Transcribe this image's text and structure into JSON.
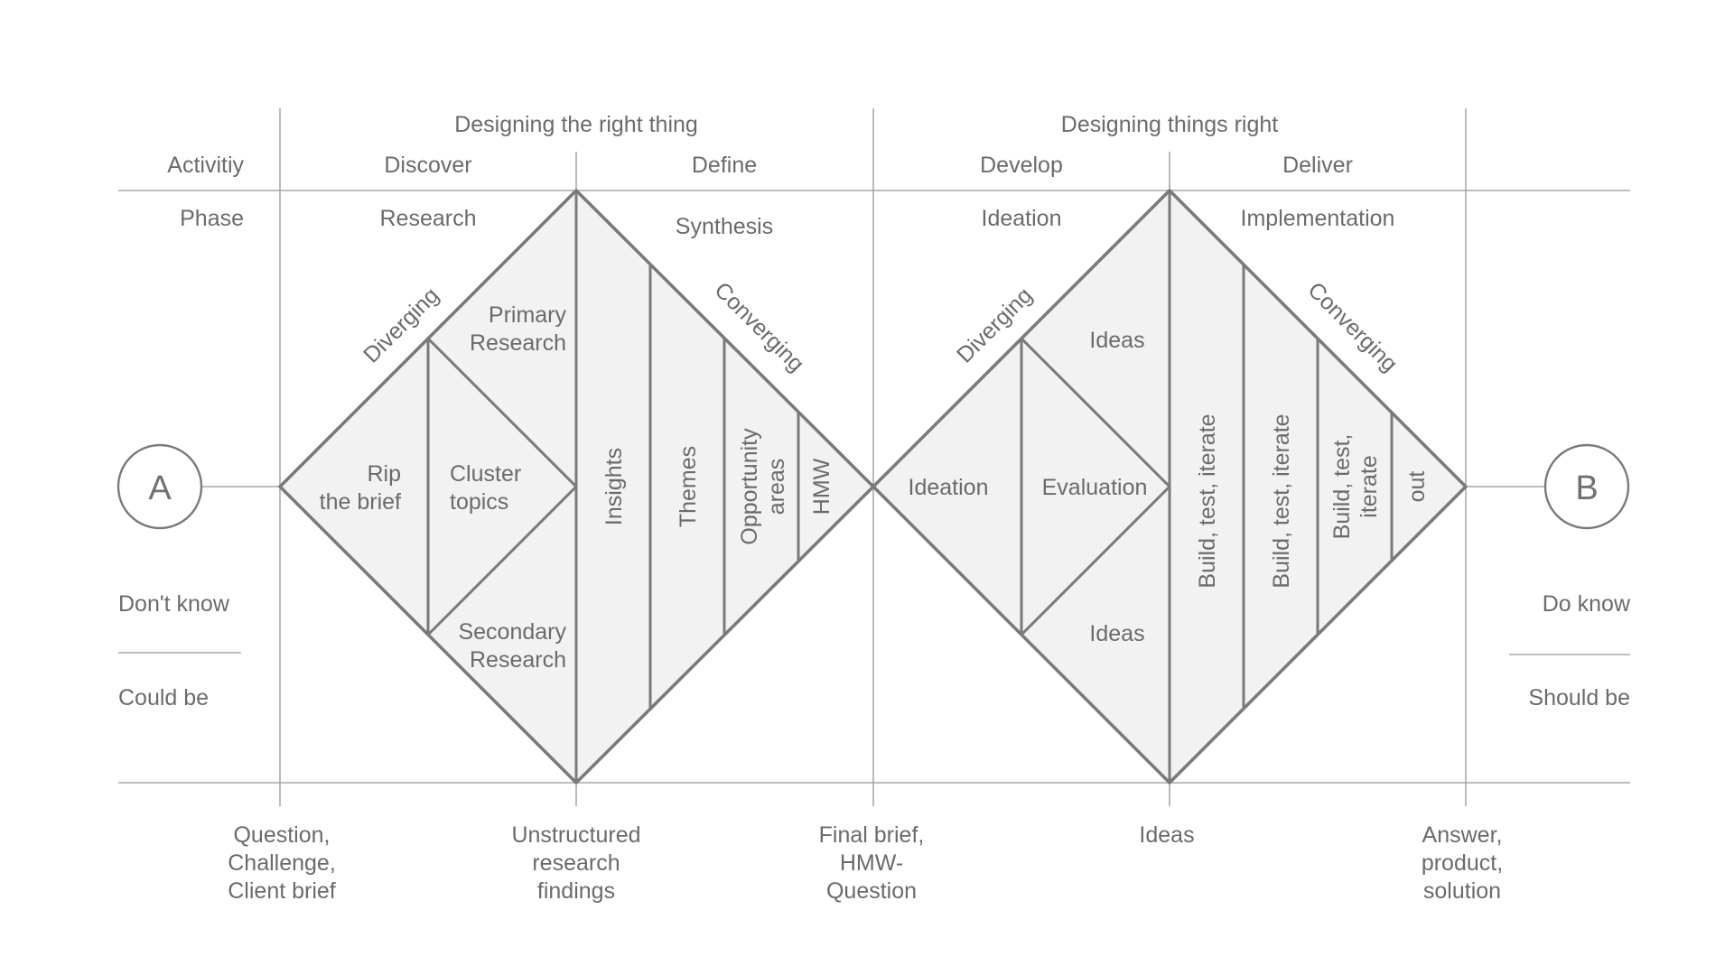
{
  "header": {
    "left_group": "Designing the right thing",
    "right_group": "Designing things right",
    "row_activity": "Activitiy",
    "row_phase": "Phase"
  },
  "stages": {
    "discover": "Discover",
    "define": "Define",
    "develop": "Develop",
    "deliver": "Deliver"
  },
  "phases": {
    "research": "Research",
    "synthesis": "Synthesis",
    "ideation": "Ideation",
    "implementation": "Implementation"
  },
  "diamond1": {
    "diverging": "Diverging",
    "converging": "Converging",
    "rip_brief": [
      "Rip",
      "the brief"
    ],
    "cluster_topics": [
      "Cluster",
      "topics"
    ],
    "primary_research": [
      "Primary",
      "Research"
    ],
    "secondary_research": [
      "Secondary",
      "Research"
    ],
    "insights": "Insights",
    "themes": "Themes",
    "opportunity_areas": [
      "Opportunity",
      "areas"
    ],
    "hmw": "HMW"
  },
  "diamond2": {
    "diverging": "Diverging",
    "converging": "Converging",
    "ideation": "Ideation",
    "evaluation": "Evaluation",
    "ideas_top": "Ideas",
    "ideas_bottom": "Ideas",
    "build_1": "Build, test, iterate",
    "build_2": "Build, test, iterate",
    "build_3": [
      "Build, test,",
      "iterate"
    ],
    "out": "out"
  },
  "endpoints": {
    "start_letter": "A",
    "end_letter": "B"
  },
  "left_notes": {
    "dont_know": "Don't know",
    "could_be": "Could be"
  },
  "right_notes": {
    "do_know": "Do know",
    "should_be": "Should be"
  },
  "milestones": {
    "question": [
      "Question,",
      "Challenge,",
      "Client brief"
    ],
    "unstructured": [
      "Unstructured",
      "research",
      "findings"
    ],
    "final_brief": [
      "Final brief,",
      "HMW-",
      "Question"
    ],
    "ideas": [
      "Ideas"
    ],
    "answer": [
      "Answer,",
      "product,",
      "solution"
    ]
  },
  "colors": {
    "line": "#7a7a7a",
    "grid": "#a8a8a8",
    "fill": "#f2f2f2",
    "text": "#6b6b6b"
  }
}
